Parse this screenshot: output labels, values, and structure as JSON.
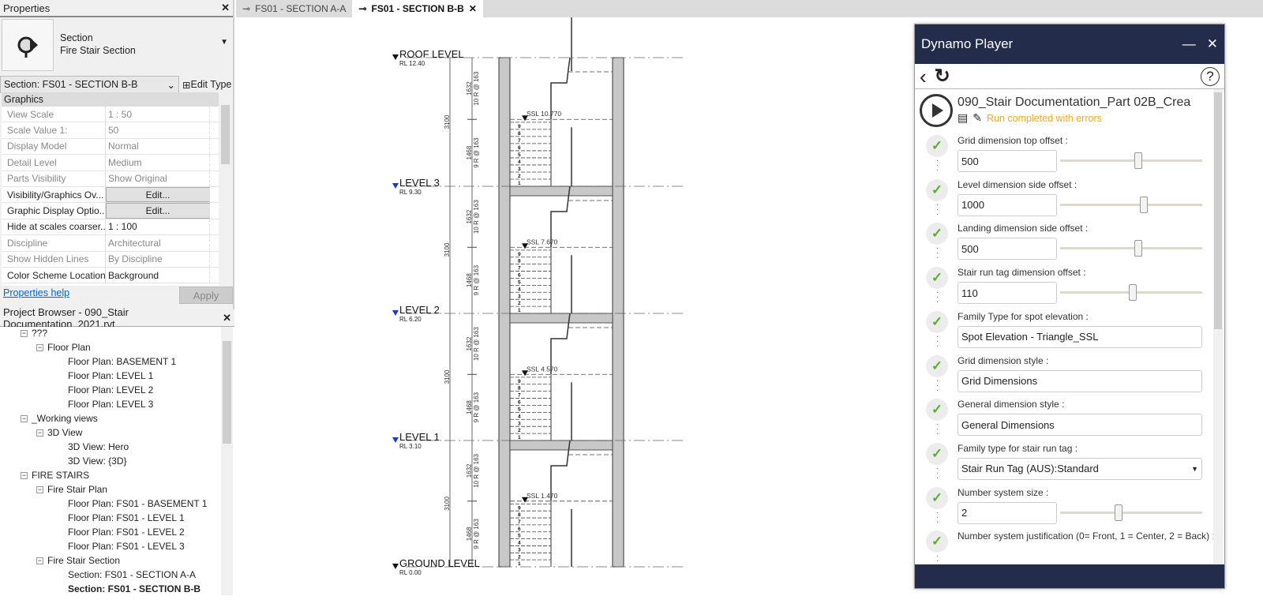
{
  "properties": {
    "title": "Properties",
    "type_name": "Section",
    "type_sub": "Fire Stair Section",
    "instance": "Section: FS01 - SECTION B-B",
    "edit_type": "Edit Type",
    "group": "Graphics",
    "rows": [
      {
        "k": "View Scale",
        "v": "1 : 50",
        "editable": false
      },
      {
        "k": "Scale Value    1:",
        "v": "50",
        "editable": false
      },
      {
        "k": "Display Model",
        "v": "Normal",
        "editable": false
      },
      {
        "k": "Detail Level",
        "v": "Medium",
        "editable": false
      },
      {
        "k": "Parts Visibility",
        "v": "Show Original",
        "editable": false
      },
      {
        "k": "Visibility/Graphics Ov...",
        "v": "Edit...",
        "editable": true,
        "button": true
      },
      {
        "k": "Graphic Display Optio...",
        "v": "Edit...",
        "editable": true,
        "button": true
      },
      {
        "k": "Hide at scales coarser...",
        "v": "1 : 100",
        "editable": true
      },
      {
        "k": "Discipline",
        "v": "Architectural",
        "editable": false
      },
      {
        "k": "Show Hidden Lines",
        "v": "By Discipline",
        "editable": false
      },
      {
        "k": "Color Scheme Location",
        "v": "Background",
        "editable": true
      }
    ],
    "help": "Properties help",
    "apply": "Apply"
  },
  "browser": {
    "title": "Project Browser - 090_Stair Documentation_2021.rvt",
    "items": [
      {
        "label": "???",
        "level": 0,
        "box": "−"
      },
      {
        "label": "Floor Plan",
        "level": 1,
        "box": "−"
      },
      {
        "label": "Floor Plan: BASEMENT 1",
        "level": 2
      },
      {
        "label": "Floor Plan: LEVEL 1",
        "level": 2
      },
      {
        "label": "Floor Plan: LEVEL 2",
        "level": 2
      },
      {
        "label": "Floor Plan: LEVEL 3",
        "level": 2
      },
      {
        "label": "_Working views",
        "level": 0,
        "box": "−"
      },
      {
        "label": "3D View",
        "level": 1,
        "box": "−"
      },
      {
        "label": "3D View: Hero",
        "level": 2
      },
      {
        "label": "3D View: {3D}",
        "level": 2
      },
      {
        "label": "FIRE STAIRS",
        "level": 0,
        "box": "−"
      },
      {
        "label": "Fire Stair Plan",
        "level": 1,
        "box": "−"
      },
      {
        "label": "Floor Plan: FS01 - BASEMENT 1",
        "level": 2
      },
      {
        "label": "Floor Plan: FS01 - LEVEL 1",
        "level": 2
      },
      {
        "label": "Floor Plan: FS01 - LEVEL 2",
        "level": 2
      },
      {
        "label": "Floor Plan: FS01 - LEVEL 3",
        "level": 2
      },
      {
        "label": "Fire Stair Section",
        "level": 1,
        "box": "−"
      },
      {
        "label": "Section: FS01 - SECTION A-A",
        "level": 2
      },
      {
        "label": "Section: FS01 - SECTION B-B",
        "level": 2,
        "selected": true
      }
    ]
  },
  "tabs": [
    {
      "label": "FS01 - SECTION A-A",
      "active": false
    },
    {
      "label": "FS01 - SECTION B-B",
      "active": true,
      "close": "✕"
    }
  ],
  "drawing": {
    "levels": [
      {
        "name": "ROOF LEVEL",
        "rl": "RL 12.40"
      },
      {
        "name": "LEVEL 3",
        "rl": "RL 9.30"
      },
      {
        "name": "LEVEL 2",
        "rl": "RL 6.20"
      },
      {
        "name": "LEVEL 1",
        "rl": "RL 3.10"
      },
      {
        "name": "GROUND LEVEL",
        "rl": "RL 0.00"
      }
    ],
    "ssl": [
      "SSL 10.770",
      "SSL 7.670",
      "SSL 4.570",
      "SSL 1.470"
    ],
    "storey_dim": "3100",
    "upper_dim": "1632",
    "upper_risers": "10 R @ 163",
    "lower_dim": "1468",
    "lower_risers": "9 R @ 163",
    "riser_numbers": [
      "1",
      "2",
      "3",
      "4",
      "5",
      "6",
      "7",
      "8",
      "9"
    ]
  },
  "dynamo": {
    "title": "Dynamo Player",
    "minimize": "—",
    "close": "✕",
    "help": "?",
    "script": "090_Stair Documentation_Part 02B_Crea",
    "status": "Run completed with errors",
    "status_color": "#f5a623",
    "inputs": [
      {
        "label": "Grid dimension top offset :",
        "value": "500",
        "type": "slider",
        "fraction": 0.55
      },
      {
        "label": "Level dimension side offset :",
        "value": "1000",
        "type": "slider",
        "fraction": 0.59
      },
      {
        "label": "Landing dimension side offset :",
        "value": "500",
        "type": "slider",
        "fraction": 0.55
      },
      {
        "label": "Stair run tag dimension offset :",
        "value": "110",
        "type": "slider",
        "fraction": 0.51
      },
      {
        "label": "Family Type for spot elevation :",
        "value": "Spot Elevation - Triangle_SSL",
        "type": "text"
      },
      {
        "label": "Grid dimension style :",
        "value": "Grid Dimensions",
        "type": "text"
      },
      {
        "label": "General dimension style :",
        "value": "General Dimensions",
        "type": "text"
      },
      {
        "label": "Family type for stair run tag :",
        "value": "Stair Run Tag (AUS):Standard",
        "type": "select"
      },
      {
        "label": "Number system size :",
        "value": "2",
        "type": "slider",
        "fraction": 0.41
      },
      {
        "label": "Number system justification (0= Front, 1 = Center, 2 = Back) :",
        "value": "",
        "type": "label"
      }
    ]
  }
}
